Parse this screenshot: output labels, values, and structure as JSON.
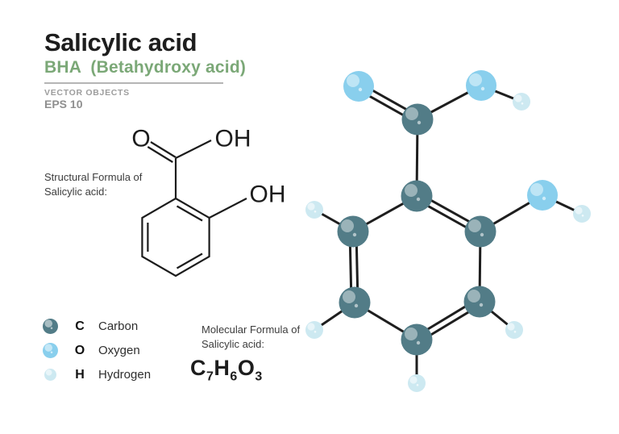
{
  "header": {
    "title": "Salicylic acid",
    "subtitle": "BHA  (Betahydroxy acid)",
    "meta_small": "VECTOR OBJECTS",
    "meta_eps": "EPS 10"
  },
  "structural_formula": {
    "label_line1": "Structural Formula of",
    "label_line2": "Salicylic acid:",
    "carbonyl_oxygen_label": "O",
    "carboxyl_hydroxyl_label": "OH",
    "phenol_hydroxyl_label": "OH"
  },
  "molecular_formula": {
    "label_line1": "Molecular Formula of",
    "label_line2": "Salicylic acid:",
    "parts": [
      {
        "element": "C",
        "count": "7"
      },
      {
        "element": "H",
        "count": "6"
      },
      {
        "element": "O",
        "count": "3"
      }
    ]
  },
  "legend": {
    "items": [
      {
        "symbol": "C",
        "name": "Carbon",
        "color": "#527c87"
      },
      {
        "symbol": "O",
        "name": "Oxygen",
        "color": "#89cfed"
      },
      {
        "symbol": "H",
        "name": "Hydrogen",
        "color": "#cde9f1"
      }
    ]
  },
  "model": {
    "type": "ball-and-stick",
    "molecule": "Salicylic acid",
    "atom_colors": {
      "carbon": "#527c87",
      "oxygen": "#89cfed",
      "hydrogen": "#cde9f1"
    },
    "bond_color": "#1e1e1e",
    "accent_green": "#7ba877"
  }
}
